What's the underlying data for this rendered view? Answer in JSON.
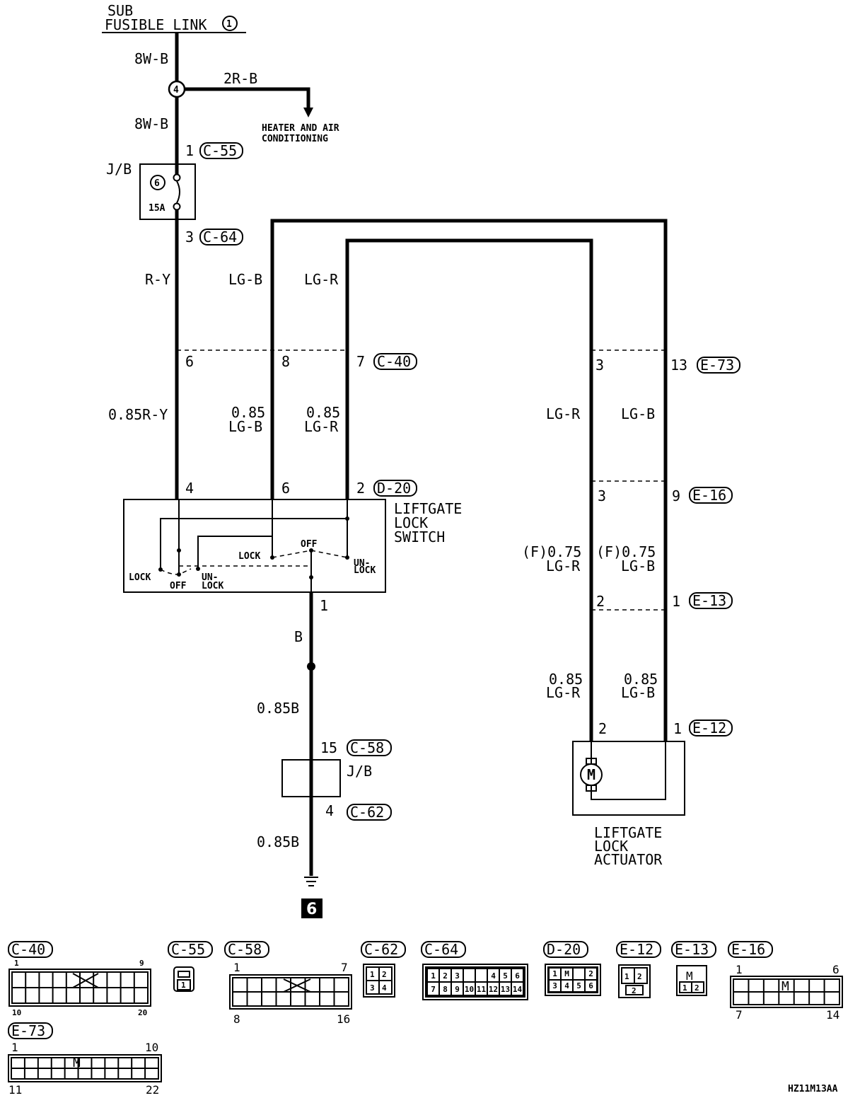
{
  "power": {
    "line1": "SUB",
    "line2": "FUSIBLE LINK",
    "link_num": "1"
  },
  "wires": {
    "w8wb_top": "8W-B",
    "w8wb_bot": "8W-B",
    "w2rb": "2R-B",
    "ry": "R-Y",
    "lgb": "LG-B",
    "lgr": "LG-R",
    "r085ry": "0.85R-Y",
    "a085": "0.85",
    "b085": "LG-B",
    "c085": "0.85",
    "d085": "LG-R",
    "lgr_right": "LG-R",
    "lgb_right": "LG-B",
    "f075a": "(F)0.75",
    "f075a2": "LG-R",
    "f075b": "(F)0.75",
    "f075b2": "LG-B",
    "g085a": "0.85",
    "g085a2": "LG-R",
    "g085b": "0.85",
    "g085b2": "LG-B",
    "black": "B",
    "black085a": "0.85B",
    "black085b": "0.85B"
  },
  "splice": "4",
  "heater": {
    "line1": "HEATER AND AIR",
    "line2": "CONDITIONING"
  },
  "jb": {
    "label": "J/B",
    "fuse_num": "6",
    "fuse_amp": "15A"
  },
  "jb2": {
    "label": "J/B"
  },
  "pins": {
    "c55": "1",
    "c64": "3",
    "c40a": "6",
    "c40b": "8",
    "c40c": "7",
    "e73a": "3",
    "e73b": "13",
    "d20a": "4",
    "d20b": "6",
    "d20c": "2",
    "e16a": "3",
    "e16b": "9",
    "e13a": "2",
    "e13b": "1",
    "e12a": "2",
    "e12b": "1",
    "sw_out": "1",
    "c58": "15",
    "c62": "4"
  },
  "conn": {
    "c55": "C-55",
    "c64": "C-64",
    "c40": "C-40",
    "e73": "E-73",
    "d20": "D-20",
    "e16": "E-16",
    "e13": "E-13",
    "e12": "E-12",
    "c58": "C-58",
    "c62": "C-62"
  },
  "switch": {
    "title1": "LIFTGATE",
    "title2": "LOCK",
    "title3": "SWITCH",
    "lock_l": "LOCK",
    "off_l": "OFF",
    "un_l": "UN-",
    "lock_l2": "LOCK",
    "lock_r": "LOCK",
    "off_r": "OFF",
    "un_r": "UN-",
    "lock_r2": "LOCK"
  },
  "actuator": {
    "title1": "LIFTGATE",
    "title2": "LOCK",
    "title3": "ACTUATOR",
    "motor": "M"
  },
  "ground": "6",
  "legend": {
    "c40": {
      "name": "C-40",
      "pin_tl": "1",
      "pin_tr": "9",
      "pin_bl": "10",
      "pin_br": "20"
    },
    "c55": {
      "name": "C-55",
      "pin": "1"
    },
    "c58": {
      "name": "C-58",
      "pin_tl": "1",
      "pin_tr": "7",
      "pin_bl": "8",
      "pin_br": "16"
    },
    "c62": {
      "name": "C-62",
      "p1": "1",
      "p2": "2",
      "p3": "3",
      "p4": "4"
    },
    "c64": {
      "name": "C-64",
      "top": [
        "1",
        "2",
        "3",
        "",
        "4",
        "5",
        "6"
      ],
      "bot": [
        "7",
        "8",
        "9",
        "10",
        "11",
        "12",
        "13",
        "14"
      ]
    },
    "d20": {
      "name": "D-20",
      "top": [
        "1",
        "M",
        "2"
      ],
      "bot": [
        "3",
        "4",
        "5",
        "6"
      ]
    },
    "e12": {
      "name": "E-12",
      "p1": "1",
      "p2": "2",
      "p3": "2"
    },
    "e13": {
      "name": "E-13",
      "m": "M",
      "p1": "1",
      "p2": "2"
    },
    "e16": {
      "name": "E-16",
      "pin_tl": "1",
      "pin_tr": "6",
      "pin_bl": "7",
      "pin_br": "14",
      "m": "M"
    },
    "e73": {
      "name": "E-73",
      "pin_tl": "1",
      "pin_tr": "10",
      "pin_bl": "11",
      "pin_br": "22",
      "m": "M"
    }
  },
  "code": "HZ11M13AA"
}
